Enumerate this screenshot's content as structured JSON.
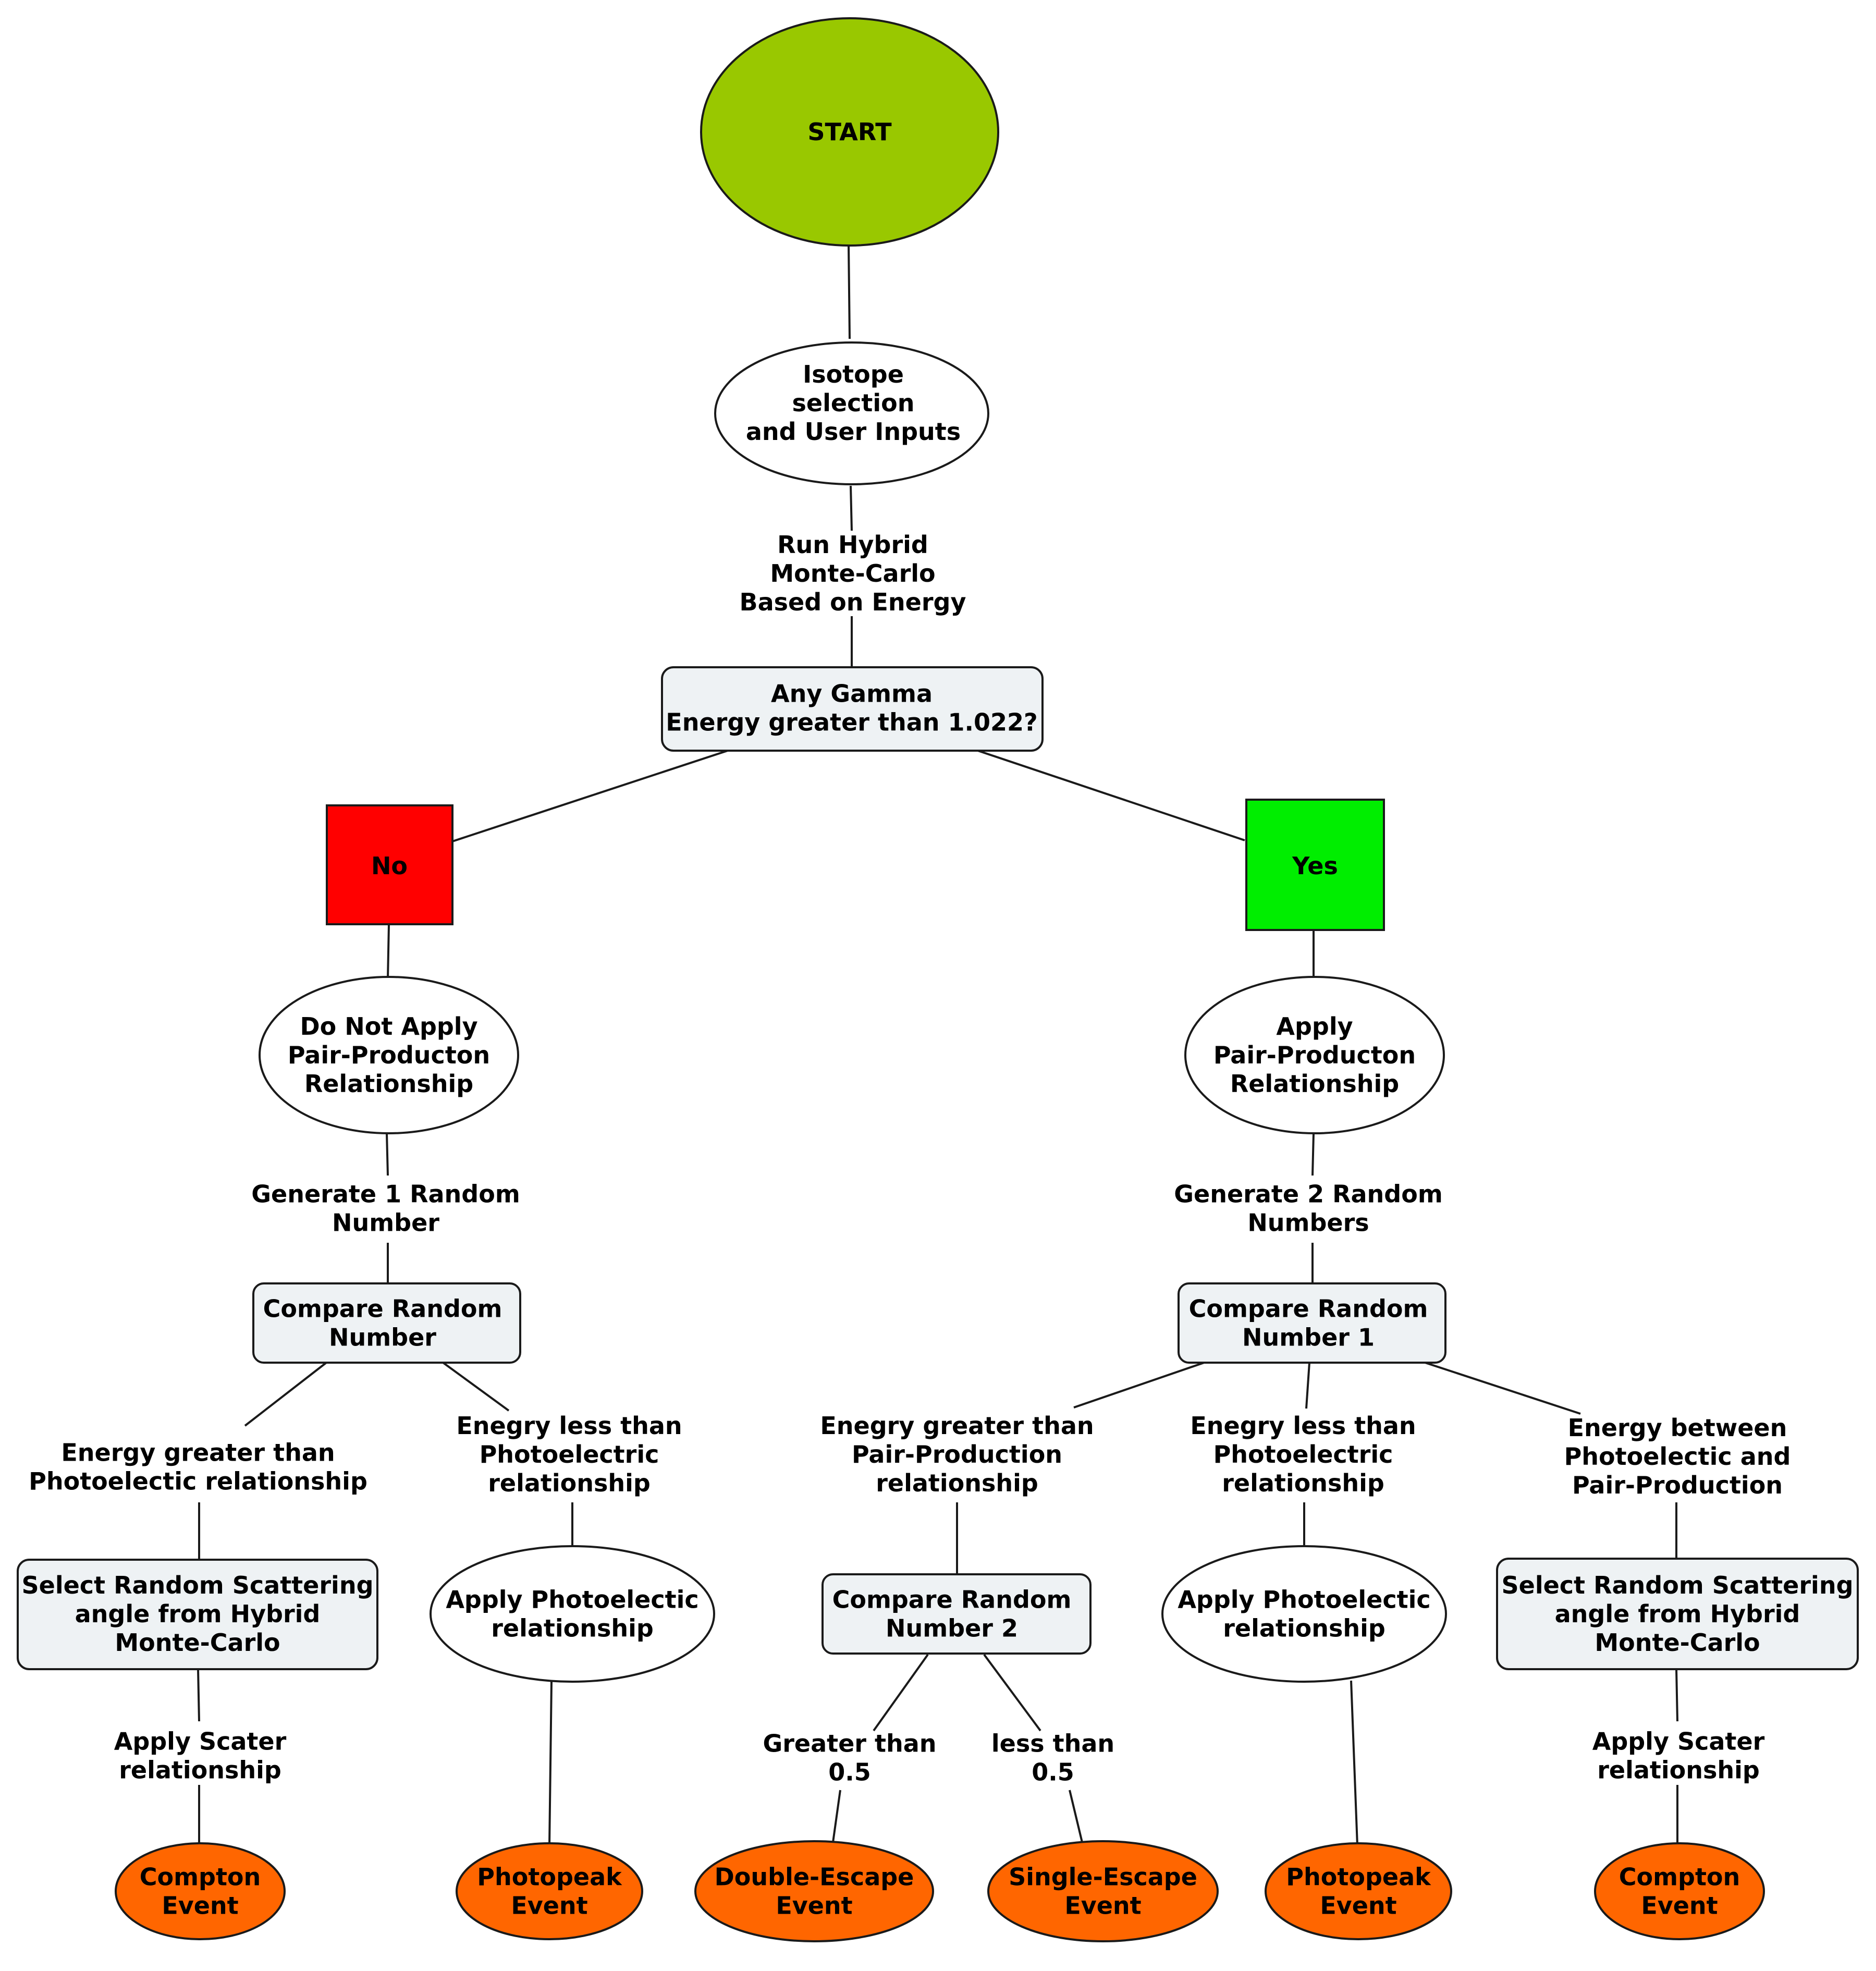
{
  "colors": {
    "start": "#99c800",
    "no": "#ff0000",
    "yes": "#00ee00",
    "event": "#ff6600",
    "process": "#eef2f4",
    "oval": "#ffffff"
  },
  "nodes": {
    "start": [
      "START"
    ],
    "isotope": [
      "Isotope",
      "selection",
      "and User Inputs"
    ],
    "any_gamma": [
      "Any Gamma",
      "Energy greater than 1.022?"
    ],
    "no": [
      "No"
    ],
    "yes": [
      "Yes"
    ],
    "do_not_apply": [
      "Do Not Apply",
      "Pair-Producton",
      "Relationship"
    ],
    "apply_pair": [
      "Apply",
      "Pair-Producton",
      "Relationship"
    ],
    "compare_left": [
      "Compare Random",
      "Number"
    ],
    "compare_1": [
      "Compare Random",
      "Number 1"
    ],
    "select_left": [
      "Select Random Scattering",
      "angle from Hybrid",
      "Monte-Carlo"
    ],
    "photo_left": [
      "Apply Photoelectic",
      "relationship"
    ],
    "compare_2": [
      "Compare Random",
      "Number 2"
    ],
    "photo_right": [
      "Apply Photoelectic",
      "relationship"
    ],
    "select_right": [
      "Select Random Scattering",
      "angle from Hybrid",
      "Monte-Carlo"
    ],
    "compton_left": [
      "Compton",
      "Event"
    ],
    "photopeak_left": [
      "Photopeak",
      "Event"
    ],
    "double_escape": [
      "Double-Escape",
      "Event"
    ],
    "single_escape": [
      "Single-Escape",
      "Event"
    ],
    "photopeak_right": [
      "Photopeak",
      "Event"
    ],
    "compton_right": [
      "Compton",
      "Event"
    ]
  },
  "edge_labels": {
    "run_hybrid": [
      "Run Hybrid",
      "Monte-Carlo",
      "Based on Energy"
    ],
    "gen_1": [
      "Generate 1 Random",
      "Number"
    ],
    "gen_2": [
      "Generate 2 Random",
      "Numbers"
    ],
    "energy_gt_photo": [
      "Energy greater than",
      "Photoelectic relationship"
    ],
    "energy_lt_photo_left": [
      "Enegry less than",
      "Photoelectric",
      "relationship"
    ],
    "energy_gt_pair": [
      "Enegry greater than",
      "Pair-Production",
      "relationship"
    ],
    "energy_lt_photo_right": [
      "Enegry less than",
      "Photoelectric",
      "relationship"
    ],
    "energy_between": [
      "Energy between",
      "Photoelectic and",
      "Pair-Production"
    ],
    "scater_left": [
      "Apply Scater",
      "relationship"
    ],
    "greater_05": [
      "Greater than",
      "0.5"
    ],
    "less_05": [
      "less than",
      "0.5"
    ],
    "scater_right": [
      "Apply Scater",
      "relationship"
    ]
  }
}
